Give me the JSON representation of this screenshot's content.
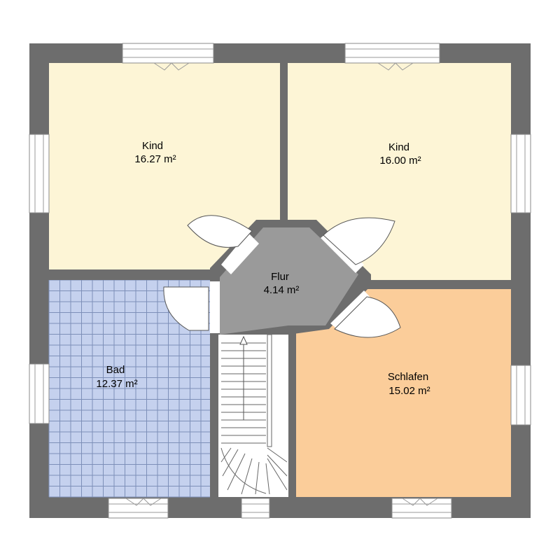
{
  "colors": {
    "wall": "#6d6d6d",
    "kind": "#fdf5d6",
    "schlafen": "#fbcd9a",
    "bad": "#c5d1ee",
    "flur": "#9a9a9a",
    "background": "#ffffff"
  },
  "rooms": {
    "kind_left": {
      "name": "Kind",
      "area": "16.27 m²"
    },
    "kind_right": {
      "name": "Kind",
      "area": "16.00 m²"
    },
    "flur": {
      "name": "Flur",
      "area": "4.14 m²"
    },
    "bad": {
      "name": "Bad",
      "area": "12.37 m²"
    },
    "schlafen": {
      "name": "Schlafen",
      "area": "15.02 m²"
    }
  },
  "icons": {
    "stair_direction": "arrow-up-icon"
  }
}
